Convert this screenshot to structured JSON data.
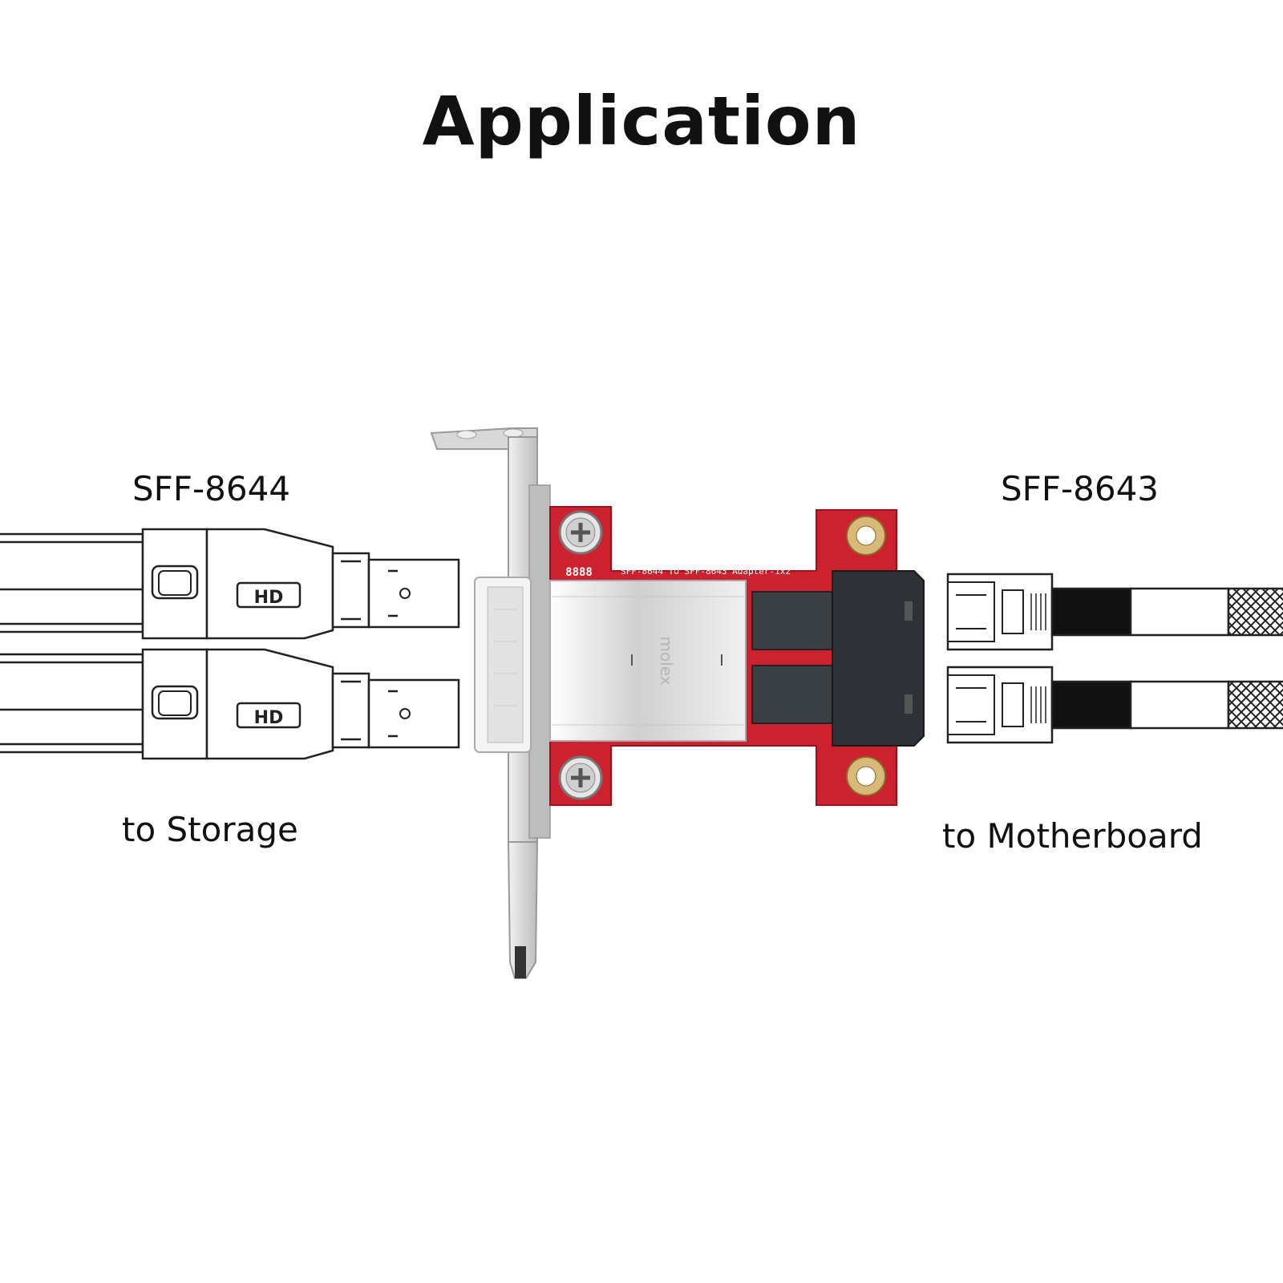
{
  "title": "Application",
  "left": {
    "connector_label": "SFF-8644",
    "destination_label": "to Storage",
    "cable_badge": "HD"
  },
  "right": {
    "connector_label": "SFF-8643",
    "destination_label": "to Motherboard"
  },
  "board": {
    "silkscreen": "SFF-8644 TO SFF-8643 Adapter-1x2",
    "part_mark": "8888",
    "shield_mark": "molex"
  },
  "colors": {
    "pcb": "#cc2230",
    "bracket": "#c9c9c9",
    "connector": "#3a3f44",
    "line": "#222222"
  }
}
